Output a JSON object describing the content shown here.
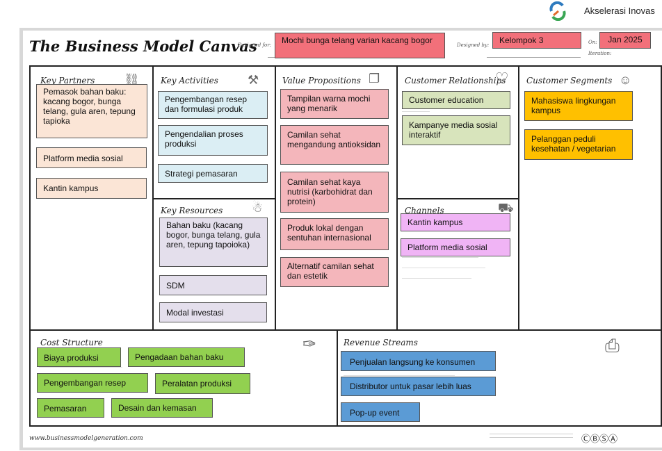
{
  "header": {
    "brand": "Akselerasi Inovas",
    "logo_icon": "swirl-logo-icon",
    "title": "The Business Model Canvas",
    "designed_for_label": "Designed for:",
    "designed_for_value": "Mochi bunga telang varian kacang bogor",
    "designed_by_label": "Designed by:",
    "designed_by_value": "Kelompok 3",
    "on_label": "On:",
    "date_value": "Jan 2025",
    "iteration_label": "Iteration:"
  },
  "sections": {
    "key_partners": {
      "title": "Key Partners",
      "icon": "chain-link-icon",
      "notes": [
        "Pemasok bahan baku: kacang bogor, bunga telang, gula aren, tepung tapioka",
        "Platform media sosial",
        "Kantin kampus"
      ]
    },
    "key_activities": {
      "title": "Key Activities",
      "icon": "worker-icon",
      "notes": [
        "Pengembangan resep dan formulasi produk",
        "Pengendalian proses produksi",
        "Strategi pemasaran"
      ]
    },
    "key_resources": {
      "title": "Key Resources",
      "icon": "worker-resources-icon",
      "notes": [
        "Bahan baku (kacang bogor, bunga telang, gula aren, tepung tapoioka)",
        "SDM",
        "Modal investasi"
      ]
    },
    "value_propositions": {
      "title": "Value Propositions",
      "icon": "gift-icon",
      "notes": [
        "Tampilan warna mochi yang menarik",
        "Camilan sehat mengandung antioksidan",
        "Camilan sehat kaya nutrisi (karbohidrat dan protein)",
        "Produk lokal dengan sentuhan internasional",
        "Alternatif camilan sehat dan estetik"
      ]
    },
    "customer_relationships": {
      "title": "Customer Relationships",
      "icon": "heart-icon",
      "notes": [
        "Customer education",
        "Kampanye media sosial interaktif"
      ]
    },
    "channels": {
      "title": "Channels",
      "icon": "truck-icon",
      "notes": [
        "Kantin kampus",
        "Platform media sosial"
      ]
    },
    "customer_segments": {
      "title": "Customer Segments",
      "icon": "person-icon",
      "notes": [
        "Mahasiswa lingkungan kampus",
        "Pelanggan peduli kesehatan / vegetarian"
      ]
    },
    "cost_structure": {
      "title": "Cost Structure",
      "icon": "price-tag-icon",
      "notes": [
        "Biaya produksi",
        "Pengadaan bahan baku",
        "Pengembangan resep",
        "Peralatan produksi",
        "Pemasaran",
        "Desain dan kemasan"
      ]
    },
    "revenue_streams": {
      "title": "Revenue Streams",
      "icon": "cash-register-icon",
      "notes": [
        "Penjualan langsung ke konsumen",
        "Distributor untuk pasar lebih luas",
        "Pop-up event"
      ]
    }
  },
  "footer": {
    "url": "www.businessmodelgeneration.com",
    "license_icons": "cc-by-sa-icons"
  },
  "colors": {
    "peach": "#fbe5d6",
    "blue": "#dbeef4",
    "lilac": "#e4dfec",
    "pink": "#f4b6bb",
    "green": "#d8e4bc",
    "violet": "#f0b4f5",
    "orange": "#ffc000",
    "lime": "#92d050",
    "sky": "#5b9bd5",
    "red": "#f2707a"
  }
}
